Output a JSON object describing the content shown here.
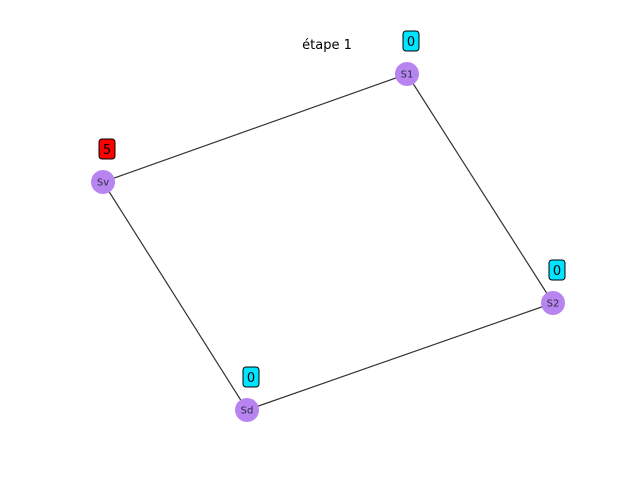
{
  "diagram": {
    "title": "étape 1",
    "colors": {
      "node_fill": "#b784f0",
      "edge": "#333333",
      "badge_active": "#ff0000",
      "badge_inactive": "#00e5ff",
      "badge_border": "#000000"
    },
    "nodes": [
      {
        "id": "S1",
        "label": "S1",
        "value": "0",
        "state": "inactive"
      },
      {
        "id": "Sv",
        "label": "Sv",
        "value": "5",
        "state": "active"
      },
      {
        "id": "S2",
        "label": "S2",
        "value": "0",
        "state": "inactive"
      },
      {
        "id": "Sd",
        "label": "Sd",
        "value": "0",
        "state": "inactive"
      }
    ],
    "edges": [
      {
        "from": "Sv",
        "to": "S1"
      },
      {
        "from": "S1",
        "to": "S2"
      },
      {
        "from": "S2",
        "to": "Sd"
      },
      {
        "from": "Sd",
        "to": "Sv"
      }
    ]
  }
}
